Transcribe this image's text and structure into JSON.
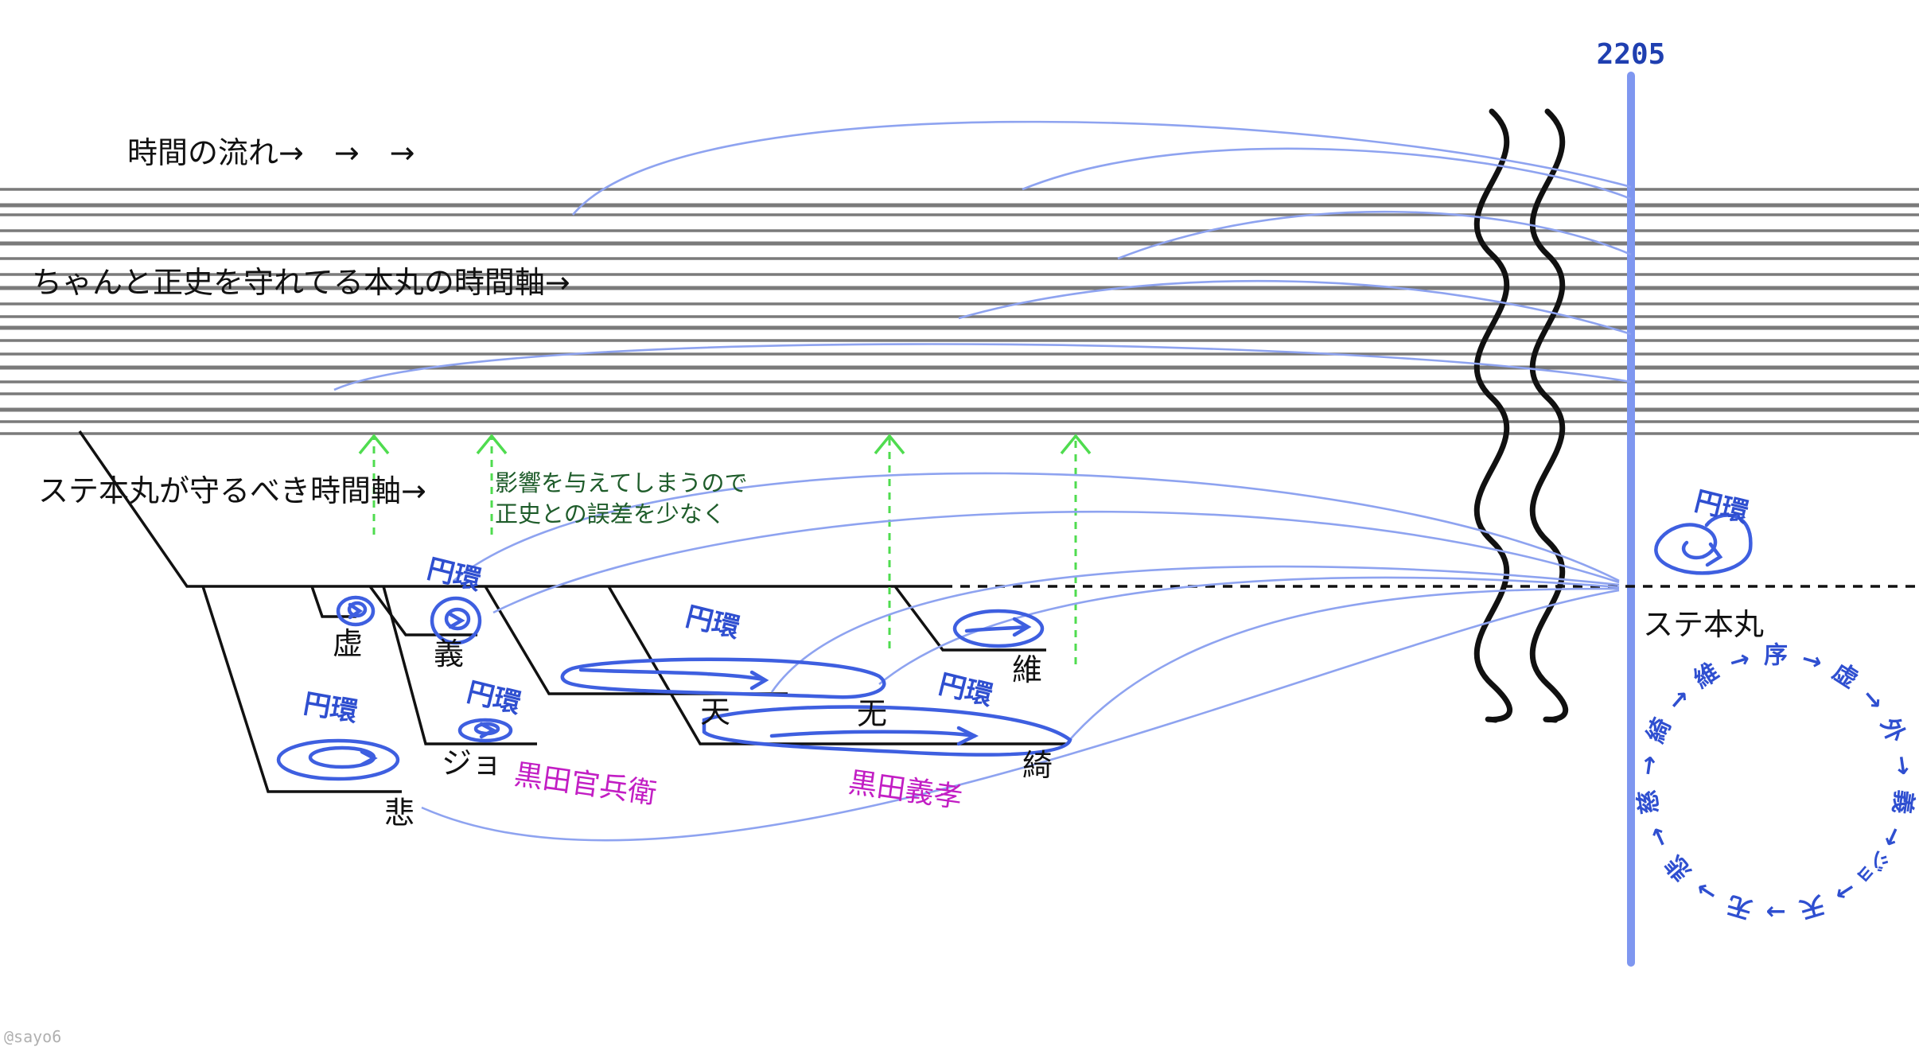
{
  "year_marker": "2205",
  "labels": {
    "time_flow": "時間の流れ→　→　→",
    "correct_axis": "ちゃんと正史を守れてる本丸の時間軸→",
    "ste_axis": "ステ本丸が守るべき時間軸→",
    "influence_line1": "影響を与えてしまうので",
    "influence_line2": "正史との誤差を少なく",
    "ste_honmaru": "ステ本丸",
    "credit": "@sayo6"
  },
  "branches": {
    "kyo": "虚",
    "gi": "義",
    "jo": "ジョ",
    "hi": "悲",
    "ten": "天",
    "mu": "无",
    "ki": "綺",
    "i": "維"
  },
  "enkan_label": "円環",
  "names": {
    "kanbei": "黒田官兵衛",
    "yoshitaka": "黒田義孝"
  },
  "cycle_chars": [
    "序",
    "→",
    "虚",
    "→",
    "外",
    "→",
    "義",
    "→",
    "ジョ",
    "→",
    "天",
    "→",
    "无",
    "→",
    "悲",
    "→",
    "慈",
    "→",
    "綺",
    "→",
    "維",
    "→"
  ],
  "colors": {
    "timeline_gray": "#7a7a7a",
    "axis_blue": "#7f97f0",
    "arc_blue": "#8ea3f0",
    "enkan_blue": "#2f4fd0",
    "arrow_green": "#4fdc4f",
    "names_magenta": "#c21ec4"
  },
  "icons": {
    "wave_break": "double-wavy-break",
    "enkan_swirl": "swirl-circle-arrow"
  }
}
